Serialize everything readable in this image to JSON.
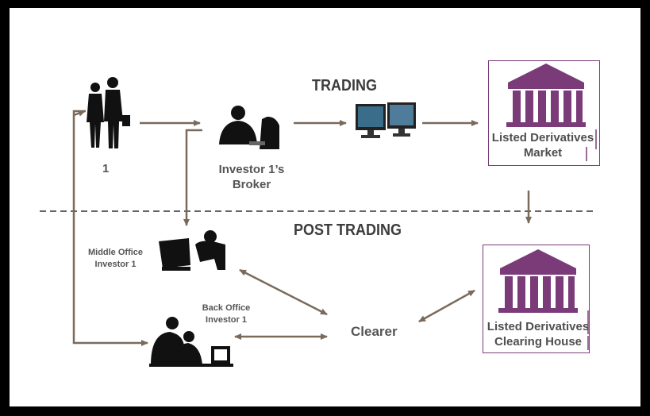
{
  "sections": {
    "trading": "TRADING",
    "post_trading": "POST TRADING"
  },
  "nodes": {
    "investor": {
      "label": "1"
    },
    "broker": {
      "line1": "Investor 1’s",
      "line2": "Broker"
    },
    "market": {
      "line1": "Listed Derivatives",
      "line2": "Market"
    },
    "middle_office": {
      "line1": "Middle Office",
      "line2": "Investor 1"
    },
    "back_office": {
      "line1": "Back Office",
      "line2": "Investor 1"
    },
    "clearer": {
      "label": "Clearer"
    },
    "clearing_house": {
      "line1": "Listed Derivatives",
      "line2": "Clearing House"
    }
  },
  "colors": {
    "accent": "#7a3b78",
    "arrow": "#7a6a5c",
    "divider": "#666666"
  },
  "icons": [
    "investors-icon",
    "broker-icon",
    "trading-screens-icon",
    "exchange-building-icon",
    "middle-office-icon",
    "back-office-icon",
    "clearing-house-building-icon"
  ]
}
